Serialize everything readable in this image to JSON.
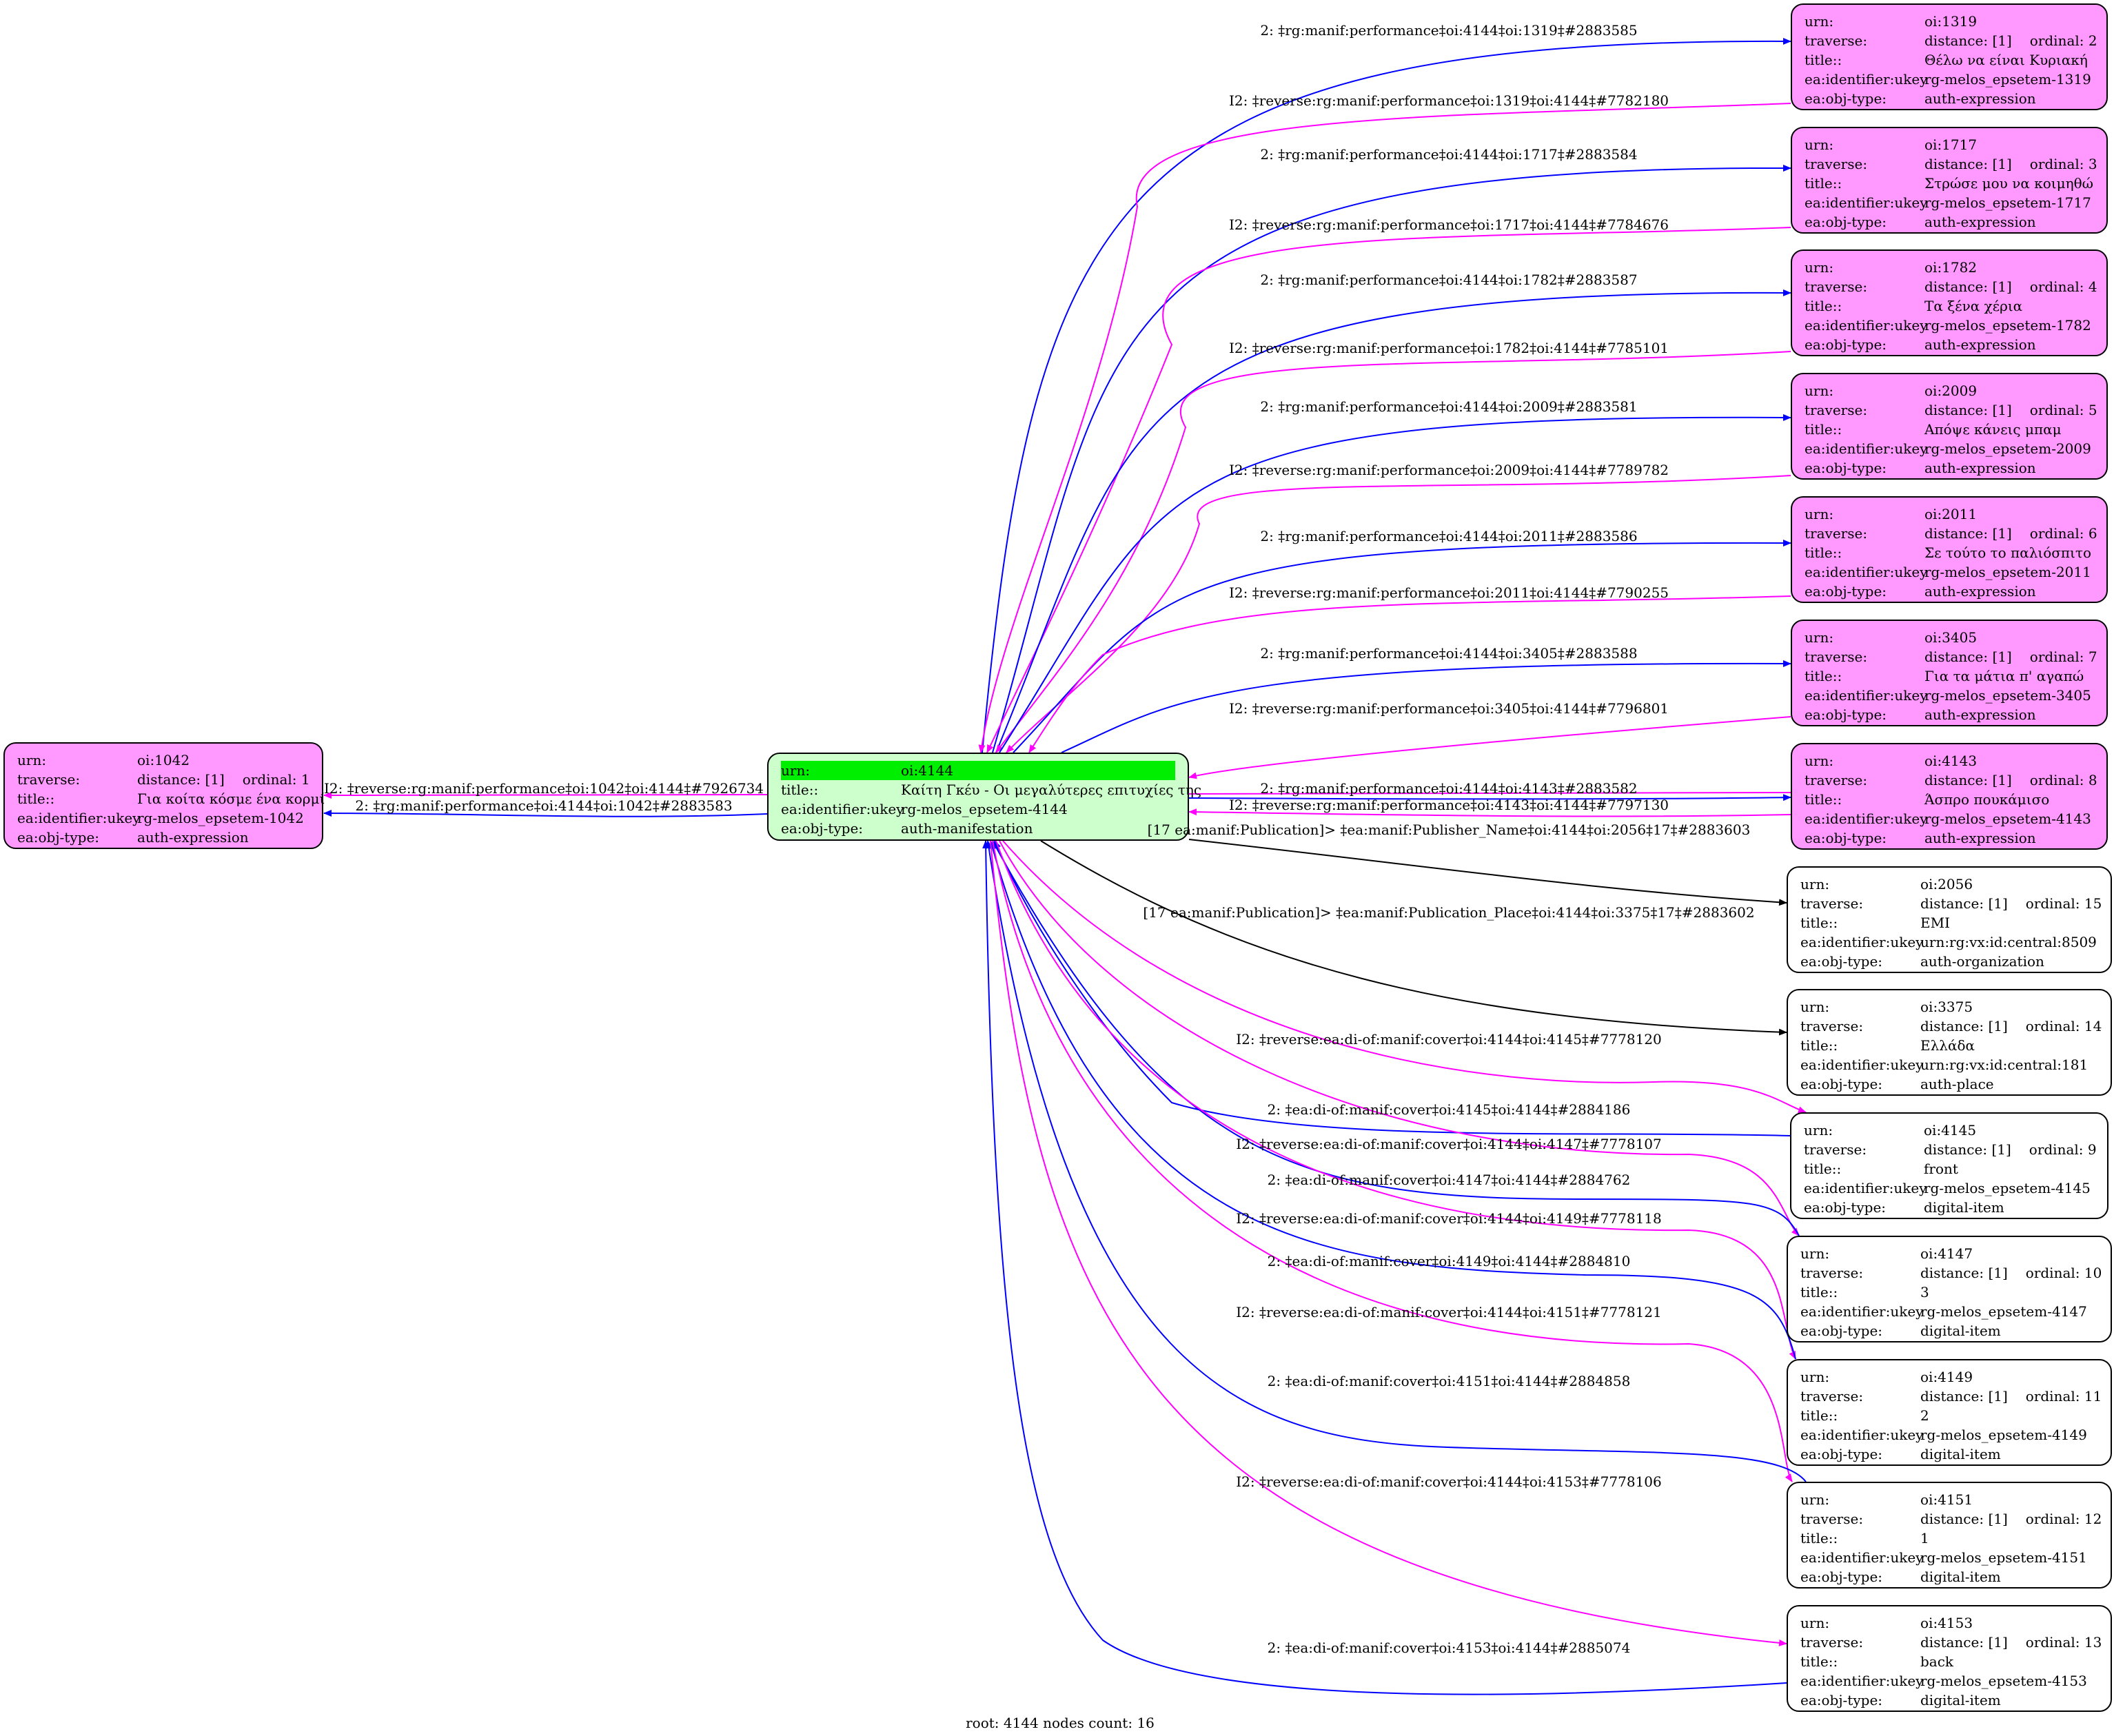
{
  "labels": {
    "urn": "urn:",
    "traverse": "traverse:",
    "title": "title::",
    "ukey": "ea:identifier:ukey",
    "objtype": "ea:obj-type:"
  },
  "colors": {
    "blue": "#0000ff",
    "magenta": "#ff00ff",
    "black": "#000000",
    "pink_fill": "#ff99ff",
    "green_fill": "#ccffcc",
    "highlight": "#00ee00"
  },
  "root": {
    "urn": "oi:4144",
    "title": "Καίτη Γκέυ - Οι μεγαλύτερες επιτυχίες της",
    "ukey": "rg-melos_epsetem-4144",
    "objtype": "auth-manifestation"
  },
  "nodes": [
    {
      "id": "n1042",
      "urn": "oi:1042",
      "distance": "distance: [1]",
      "ordinal": "ordinal: 1",
      "title": "Για κοίτα κόσμε ένα κορμί",
      "ukey": "rg-melos_epsetem-1042",
      "objtype": "auth-expression"
    },
    {
      "id": "n1319",
      "urn": "oi:1319",
      "distance": "distance: [1]",
      "ordinal": "ordinal: 2",
      "title": "Θέλω να είναι Κυριακή",
      "ukey": "rg-melos_epsetem-1319",
      "objtype": "auth-expression"
    },
    {
      "id": "n1717",
      "urn": "oi:1717",
      "distance": "distance: [1]",
      "ordinal": "ordinal: 3",
      "title": "Στρώσε μου να κοιμηθώ",
      "ukey": "rg-melos_epsetem-1717",
      "objtype": "auth-expression"
    },
    {
      "id": "n1782",
      "urn": "oi:1782",
      "distance": "distance: [1]",
      "ordinal": "ordinal: 4",
      "title": "Τα ξένα χέρια",
      "ukey": "rg-melos_epsetem-1782",
      "objtype": "auth-expression"
    },
    {
      "id": "n2009",
      "urn": "oi:2009",
      "distance": "distance: [1]",
      "ordinal": "ordinal: 5",
      "title": "Απόψε κάνεις μπαμ",
      "ukey": "rg-melos_epsetem-2009",
      "objtype": "auth-expression"
    },
    {
      "id": "n2011",
      "urn": "oi:2011",
      "distance": "distance: [1]",
      "ordinal": "ordinal: 6",
      "title": "Σε τούτο το παλιόσπιτο",
      "ukey": "rg-melos_epsetem-2011",
      "objtype": "auth-expression"
    },
    {
      "id": "n3405",
      "urn": "oi:3405",
      "distance": "distance: [1]",
      "ordinal": "ordinal: 7",
      "title": "Για τα μάτια π' αγαπώ",
      "ukey": "rg-melos_epsetem-3405",
      "objtype": "auth-expression"
    },
    {
      "id": "n4143",
      "urn": "oi:4143",
      "distance": "distance: [1]",
      "ordinal": "ordinal: 8",
      "title": "Άσπρο πουκάμισο",
      "ukey": "rg-melos_epsetem-4143",
      "objtype": "auth-expression"
    },
    {
      "id": "n2056",
      "urn": "oi:2056",
      "distance": "distance: [1]",
      "ordinal": "ordinal: 15",
      "title": "EMI",
      "ukey": "urn:rg:vx:id:central:8509",
      "objtype": "auth-organization"
    },
    {
      "id": "n3375",
      "urn": "oi:3375",
      "distance": "distance: [1]",
      "ordinal": "ordinal: 14",
      "title": "Ελλάδα",
      "ukey": "urn:rg:vx:id:central:181",
      "objtype": "auth-place"
    },
    {
      "id": "n4145",
      "urn": "oi:4145",
      "distance": "distance: [1]",
      "ordinal": "ordinal: 9",
      "title": "front",
      "ukey": "rg-melos_epsetem-4145",
      "objtype": "digital-item"
    },
    {
      "id": "n4147",
      "urn": "oi:4147",
      "distance": "distance: [1]",
      "ordinal": "ordinal: 10",
      "title": "3",
      "ukey": "rg-melos_epsetem-4147",
      "objtype": "digital-item"
    },
    {
      "id": "n4149",
      "urn": "oi:4149",
      "distance": "distance: [1]",
      "ordinal": "ordinal: 11",
      "title": "2",
      "ukey": "rg-melos_epsetem-4149",
      "objtype": "digital-item"
    },
    {
      "id": "n4151",
      "urn": "oi:4151",
      "distance": "distance: [1]",
      "ordinal": "ordinal: 12",
      "title": "1",
      "ukey": "rg-melos_epsetem-4151",
      "objtype": "digital-item"
    },
    {
      "id": "n4153",
      "urn": "oi:4153",
      "distance": "distance: [1]",
      "ordinal": "ordinal: 13",
      "title": "back",
      "ukey": "rg-melos_epsetem-4153",
      "objtype": "digital-item"
    }
  ],
  "edges": [
    "I2: ‡reverse:rg:manif:performance‡oi:1042‡oi:4144‡#7926734",
    "2: ‡rg:manif:performance‡oi:4144‡oi:1042‡#2883583",
    "2: ‡rg:manif:performance‡oi:4144‡oi:1319‡#2883585",
    "I2: ‡reverse:rg:manif:performance‡oi:1319‡oi:4144‡#7782180",
    "2: ‡rg:manif:performance‡oi:4144‡oi:1717‡#2883584",
    "I2: ‡reverse:rg:manif:performance‡oi:1717‡oi:4144‡#7784676",
    "2: ‡rg:manif:performance‡oi:4144‡oi:1782‡#2883587",
    "I2: ‡reverse:rg:manif:performance‡oi:1782‡oi:4144‡#7785101",
    "2: ‡rg:manif:performance‡oi:4144‡oi:2009‡#2883581",
    "I2: ‡reverse:rg:manif:performance‡oi:2009‡oi:4144‡#7789782",
    "2: ‡rg:manif:performance‡oi:4144‡oi:2011‡#2883586",
    "I2: ‡reverse:rg:manif:performance‡oi:2011‡oi:4144‡#7790255",
    "2: ‡rg:manif:performance‡oi:4144‡oi:3405‡#2883588",
    "I2: ‡reverse:rg:manif:performance‡oi:3405‡oi:4144‡#7796801",
    "2: ‡rg:manif:performance‡oi:4144‡oi:4143‡#2883582",
    "I2: ‡reverse:rg:manif:performance‡oi:4143‡oi:4144‡#7797130",
    "[17 ea:manif:Publication]> ‡ea:manif:Publisher_Name‡oi:4144‡oi:2056‡17‡#2883603",
    "[17 ea:manif:Publication]> ‡ea:manif:Publication_Place‡oi:4144‡oi:3375‡17‡#2883602",
    "I2: ‡reverse:ea:di-of:manif:cover‡oi:4144‡oi:4145‡#7778120",
    "2: ‡ea:di-of:manif:cover‡oi:4145‡oi:4144‡#2884186",
    "I2: ‡reverse:ea:di-of:manif:cover‡oi:4144‡oi:4147‡#7778107",
    "2: ‡ea:di-of:manif:cover‡oi:4147‡oi:4144‡#2884762",
    "I2: ‡reverse:ea:di-of:manif:cover‡oi:4144‡oi:4149‡#7778118",
    "2: ‡ea:di-of:manif:cover‡oi:4149‡oi:4144‡#2884810",
    "I2: ‡reverse:ea:di-of:manif:cover‡oi:4144‡oi:4151‡#7778121",
    "2: ‡ea:di-of:manif:cover‡oi:4151‡oi:4144‡#2884858",
    "I2: ‡reverse:ea:di-of:manif:cover‡oi:4144‡oi:4153‡#7778106",
    "2: ‡ea:di-of:manif:cover‡oi:4153‡oi:4144‡#2885074"
  ],
  "footer": "root: 4144 nodes count: 16"
}
